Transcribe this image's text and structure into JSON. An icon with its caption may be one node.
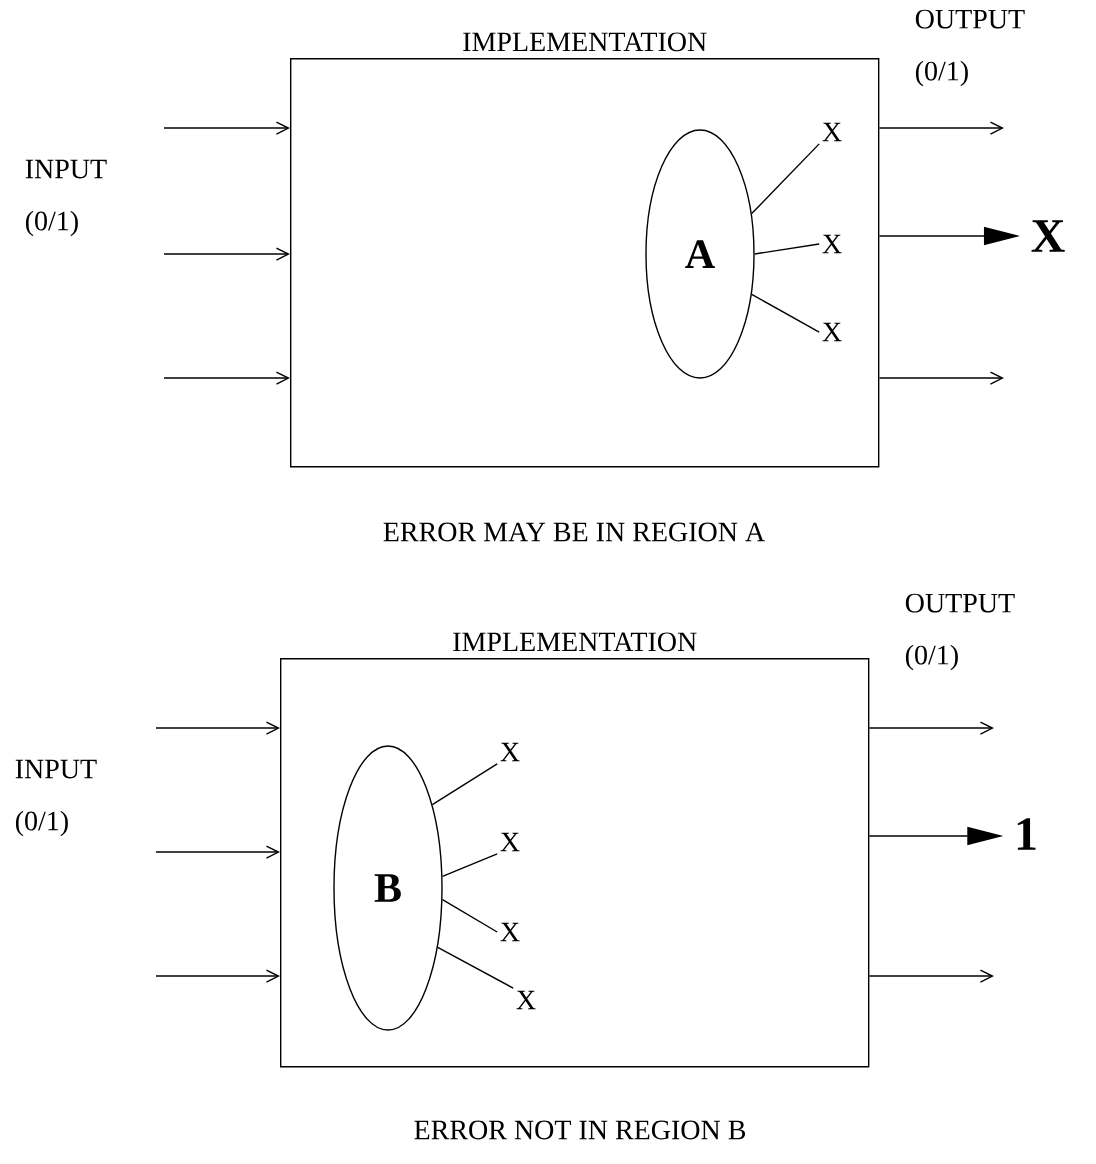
{
  "diagram": {
    "nodes": [
      {
        "text": [
          "IMPLEMENTATION"
        ]
      },
      {
        "text": [
          "A"
        ],
        "in": 0
      },
      {
        "text": [
          "X"
        ],
        "in": 0
      },
      {
        "text": [
          "X"
        ],
        "in": 0
      },
      {
        "text": [
          "X"
        ],
        "in": 0
      },
      {
        "text": [
          "X"
        ]
      },
      {
        "text": [
          "IMPLEMENTATION"
        ]
      },
      {
        "text": [
          "B"
        ],
        "in": 6
      },
      {
        "text": [
          "X"
        ],
        "in": 6
      },
      {
        "text": [
          "X"
        ],
        "in": 6
      },
      {
        "text": [
          "X"
        ],
        "in": 6
      },
      {
        "text": [
          "X"
        ],
        "in": 6
      },
      {
        "text": [
          "1"
        ]
      }
    ],
    "edges": [
      {
        "from": null,
        "to": 0,
        "arrow": "to"
      },
      {
        "from": null,
        "to": 0,
        "arrow": "to"
      },
      {
        "from": null,
        "to": 0,
        "arrow": "to"
      },
      {
        "from": 0,
        "to": null,
        "arrow": "to"
      },
      {
        "from": 0,
        "to": 5,
        "arrow": "to"
      },
      {
        "from": 0,
        "to": null,
        "arrow": "to"
      },
      {
        "from": 1,
        "to": 2,
        "arrow": "none"
      },
      {
        "from": 1,
        "to": 3,
        "arrow": "none"
      },
      {
        "from": 1,
        "to": 4,
        "arrow": "none"
      },
      {
        "from": null,
        "to": 6,
        "arrow": "to"
      },
      {
        "from": null,
        "to": 6,
        "arrow": "to"
      },
      {
        "from": null,
        "to": 6,
        "arrow": "to"
      },
      {
        "from": 6,
        "to": null,
        "arrow": "to"
      },
      {
        "from": 6,
        "to": 12,
        "arrow": "to"
      },
      {
        "from": 6,
        "to": null,
        "arrow": "to"
      },
      {
        "from": 7,
        "to": 8,
        "arrow": "none"
      },
      {
        "from": 7,
        "to": 9,
        "arrow": "none"
      },
      {
        "from": 7,
        "to": 10,
        "arrow": "none"
      },
      {
        "from": 7,
        "to": 11,
        "arrow": "none"
      }
    ],
    "labels": [
      "INPUT (0/1)",
      "OUTPUT (0/1)",
      "ERROR MAY BE IN REGION A",
      "INPUT (0/1)",
      "OUTPUT (0/1)",
      "ERROR NOT IN REGION B"
    ]
  }
}
